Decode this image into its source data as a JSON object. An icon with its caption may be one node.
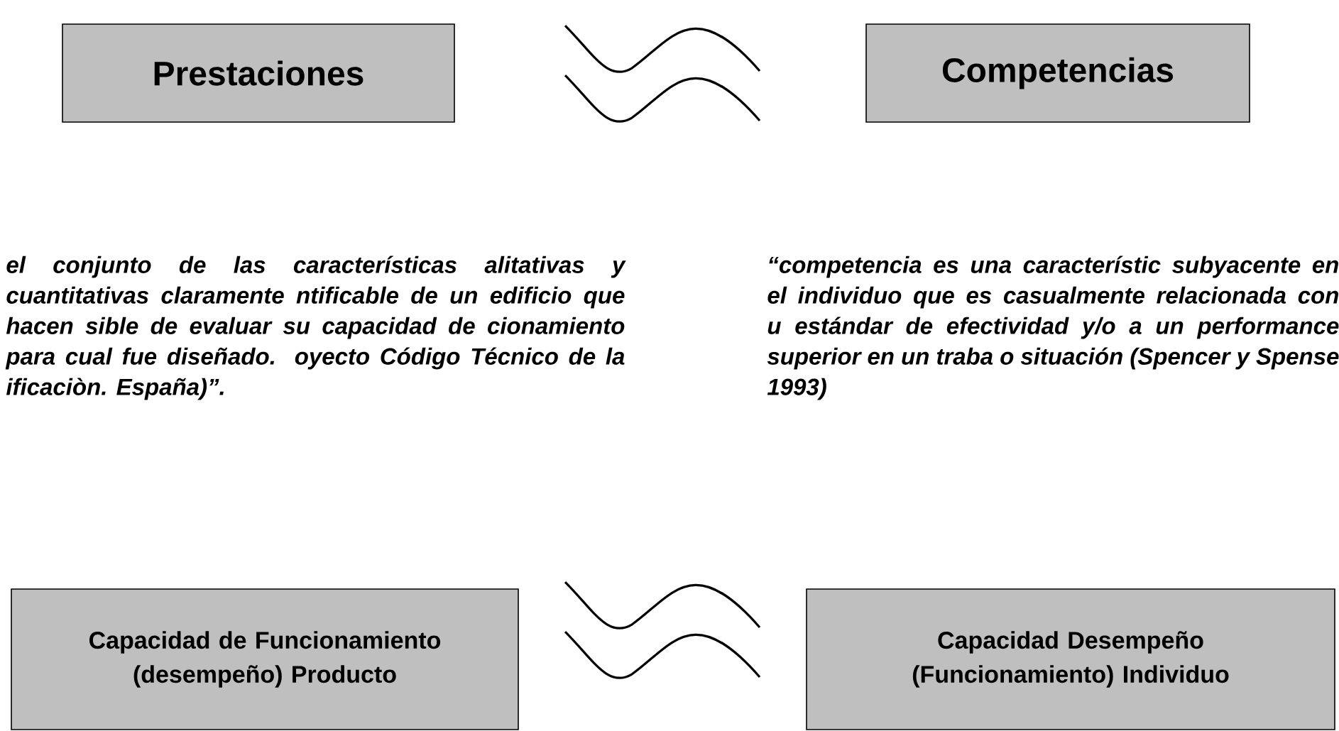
{
  "diagram": {
    "nodes": [
      {
        "text": [
          "Prestaciones"
        ]
      },
      {
        "text": [
          "Competencias"
        ]
      },
      {
        "text": [
          "Capacidad de Funcionamiento (desempeño) Producto"
        ]
      },
      {
        "text": [
          "Capacidad  Desempeño (Funcionamiento) Individuo"
        ]
      }
    ],
    "labels": [
      "el conjunto de las características alitativas y cuantitativas claramente ntificable de un edificio que hacen sible de evaluar su capacidad de cionamiento para cual fue diseñado. oyecto Código Técnico de la ificaciòn. España)”.",
      "“competencia es una característic subyacente en el individuo que es casualmente relacionada con u estándar de efectividad y/o a un performance superior en un traba o situación (Spencer y Spense 1993)"
    ]
  }
}
